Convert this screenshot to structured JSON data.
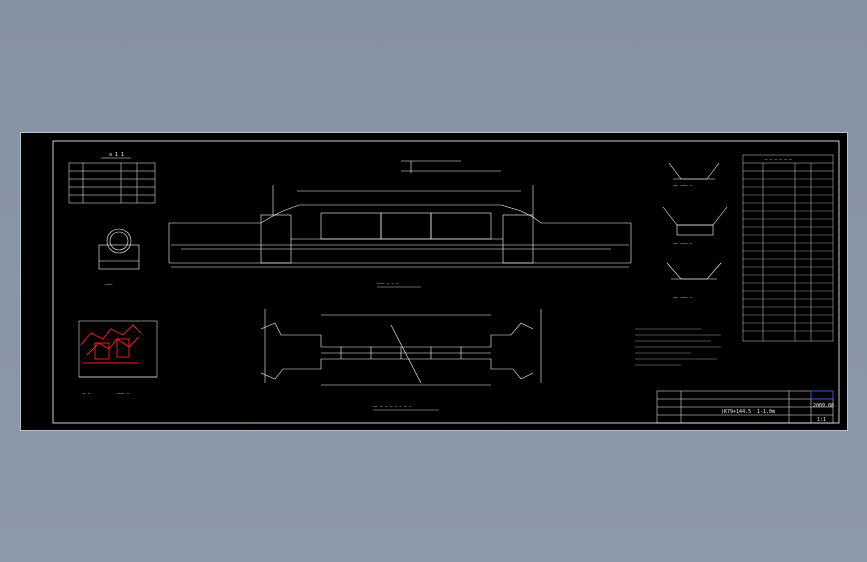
{
  "drawing": {
    "background": "#000000",
    "line_color": "#ffffff",
    "highlight_color": "#ff2020",
    "accent_color": "#2a3cff",
    "title_block": {
      "code": "(K79+144.5",
      "code2": "1-1.0m",
      "date": "2009.08",
      "scale": "1:1"
    },
    "labels": {
      "elevation": "",
      "plan": "",
      "detail_section": "",
      "profile": "",
      "left_section": "",
      "mid_title": ""
    }
  }
}
